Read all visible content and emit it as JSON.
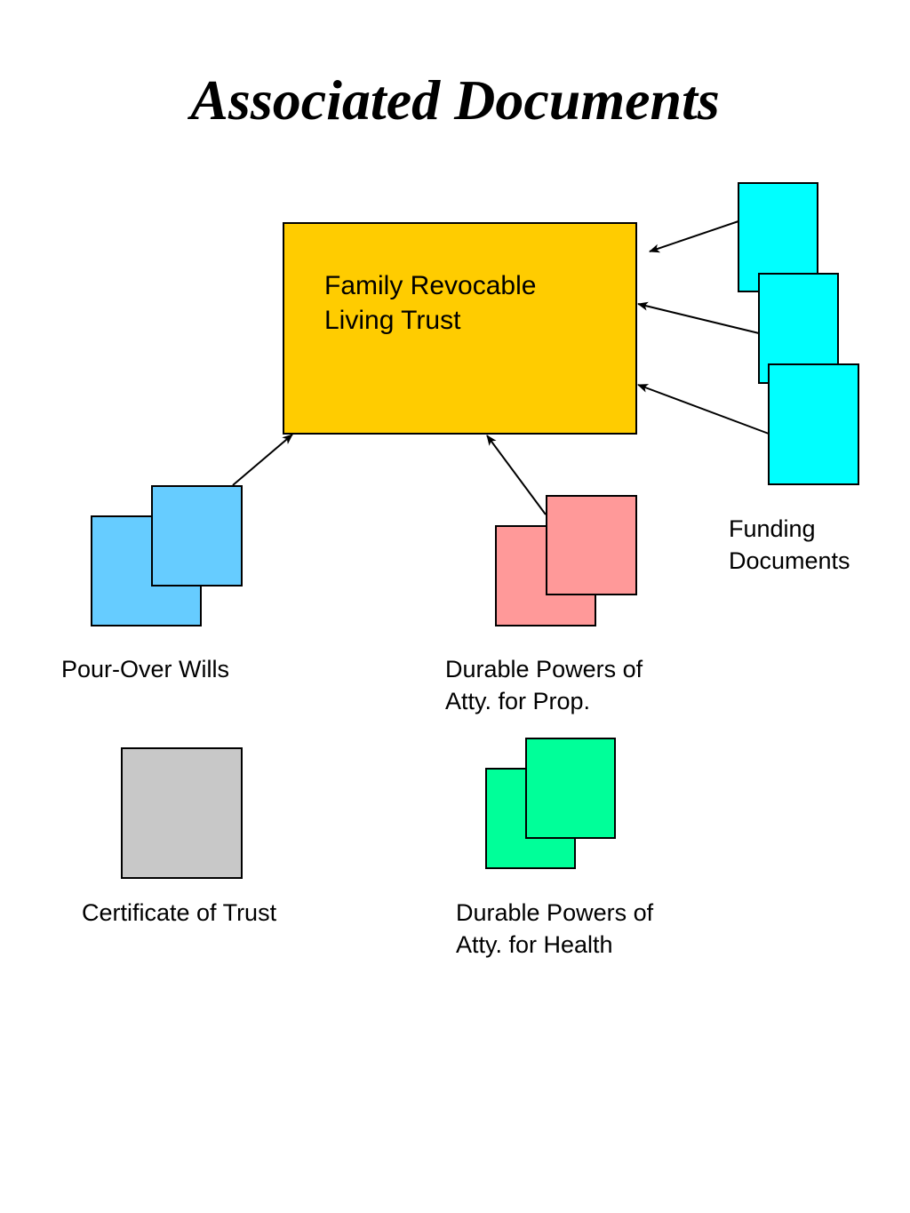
{
  "title": "Associated Documents",
  "center": {
    "label": "Family Revocable\nLiving Trust",
    "color": "#FFCC00"
  },
  "documents": [
    {
      "id": "funding",
      "label": "Funding\nDocuments",
      "color": "#00FFFF",
      "sheets": 3,
      "arrow_to_center": true
    },
    {
      "id": "pour-over-wills",
      "label": "Pour-Over Wills",
      "color": "#66CCFF",
      "sheets": 2,
      "arrow_to_center": true
    },
    {
      "id": "dpoa-property",
      "label": "Durable Powers of\nAtty. for Prop.",
      "color": "#FF9999",
      "sheets": 2,
      "arrow_to_center": true
    },
    {
      "id": "certificate-of-trust",
      "label": "Certificate of Trust",
      "color": "#C8C8C8",
      "sheets": 1,
      "arrow_to_center": false
    },
    {
      "id": "dpoa-health",
      "label": "Durable Powers of\nAtty. for Health",
      "color": "#00FF99",
      "sheets": 2,
      "arrow_to_center": false
    }
  ]
}
